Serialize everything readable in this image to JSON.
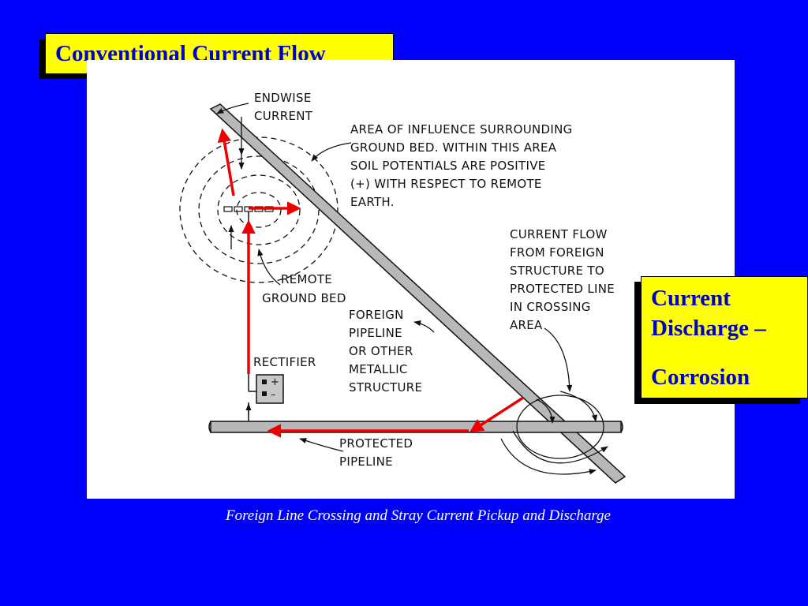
{
  "slide": {
    "title": "Conventional Current Flow",
    "caption": "Foreign Line Crossing and Stray Current Pickup and Discharge"
  },
  "callout": {
    "line1": "Current",
    "line2": "Discharge –",
    "line3": "Corrosion"
  },
  "diagram": {
    "labels": {
      "endwise_1": "ENDWISE",
      "endwise_2": "CURRENT",
      "area_1": "AREA OF INFLUENCE SURROUNDING",
      "area_2": "GROUND BED.  WITHIN THIS AREA",
      "area_3": "SOIL POTENTIALS ARE POSITIVE",
      "area_4": "(+) WITH RESPECT TO REMOTE",
      "area_5": "EARTH.",
      "flow_1": "CURRENT FLOW",
      "flow_2": "FROM FOREIGN",
      "flow_3": "STRUCTURE TO",
      "flow_4": "PROTECTED LINE",
      "flow_5": "IN CROSSING",
      "flow_6": "AREA",
      "remote_1": "REMOTE",
      "remote_2": "GROUND BED",
      "foreign_1": "FOREIGN",
      "foreign_2": "PIPELINE",
      "foreign_3": "OR OTHER",
      "foreign_4": "METALLIC",
      "foreign_5": "STRUCTURE",
      "rectifier": "RECTIFIER",
      "plus": "+",
      "minus": "–",
      "protected_1": "PROTECTED",
      "protected_2": "PIPELINE"
    },
    "colors": {
      "conventional_current": "#ee0000",
      "ink": "#111111",
      "pipe_fill": "#b8b8b8"
    }
  }
}
